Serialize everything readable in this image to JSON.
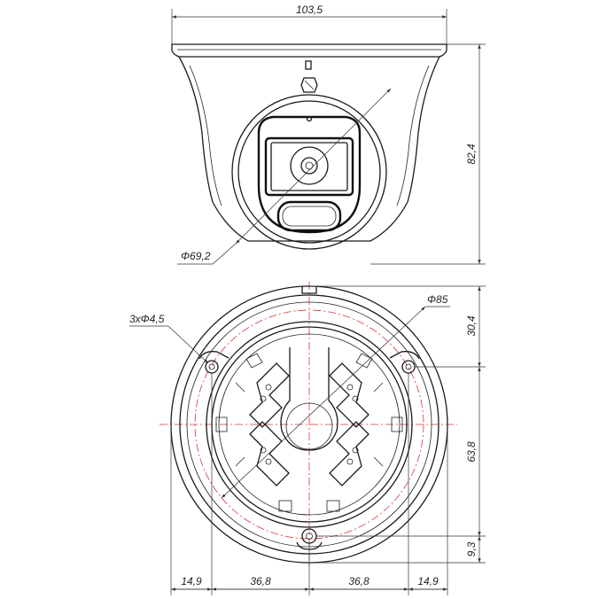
{
  "drawing": {
    "top_view": {
      "width": "103,5",
      "height": "82,4",
      "diameter": "Φ69,2"
    },
    "bottom_view": {
      "diameter": "Φ85",
      "holes": "3xΦ4,5",
      "right_top": "30,4",
      "right_mid": "63,8",
      "right_bottom": "9,3",
      "bottom_left_outer": "14,9",
      "bottom_left_inner": "36,8",
      "bottom_right_inner": "36,8",
      "bottom_right_outer": "14,9"
    },
    "colors": {
      "line": "#1a1a1a",
      "centerline": "#d43a3a"
    }
  }
}
